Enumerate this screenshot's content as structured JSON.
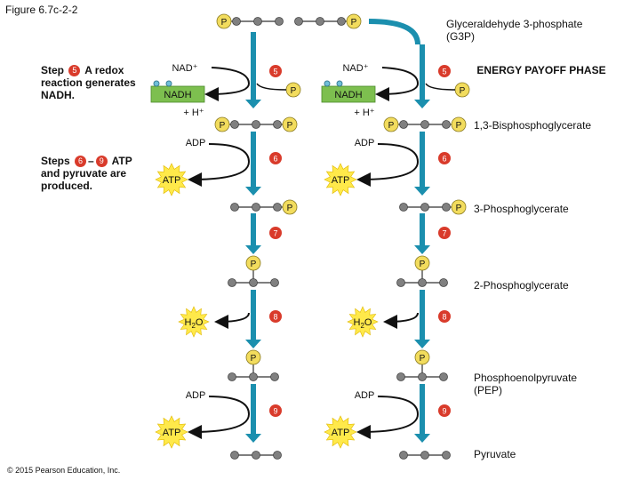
{
  "figure_label": "Figure 6.7c-2-2",
  "copyright": "© 2015 Pearson Education, Inc.",
  "phase_title": "ENERGY PAYOFF PHASE",
  "side_notes": {
    "step5": {
      "prefix": "Step",
      "num": "5",
      "text": "A redox reaction generates NADH."
    },
    "steps69": {
      "prefix": "Steps",
      "num_a": "6",
      "dash": "–",
      "num_b": "9",
      "text": "ATP and pyruvate are produced."
    }
  },
  "molecules": {
    "g3p": "Glyceraldehyde 3-phosphate (G3P)",
    "bpg": "1,3-Bisphosphoglycerate",
    "pg3": "3-Phosphoglycerate",
    "pg2": "2-Phosphoglycerate",
    "pep": "Phosphoenolpyruvate (PEP)",
    "pyr": "Pyruvate"
  },
  "labels": {
    "phosphate": "P",
    "nad": "NAD⁺",
    "nadh": "NADH",
    "hplus": "+ H⁺",
    "adp": "ADP",
    "atp": "ATP",
    "h2o_main": "H",
    "h2o_sub": "2",
    "h2o_end": "O"
  },
  "steps": [
    "5",
    "6",
    "7",
    "8",
    "9"
  ],
  "colors": {
    "arrow_teal": "#1b8fae",
    "step_red": "#d93b2b",
    "phosphate_yellow": "#f2dc5d",
    "carbon_gray": "#808080",
    "nad_green": "#7dbf4f",
    "atp_yellow": "#ffe94a"
  }
}
